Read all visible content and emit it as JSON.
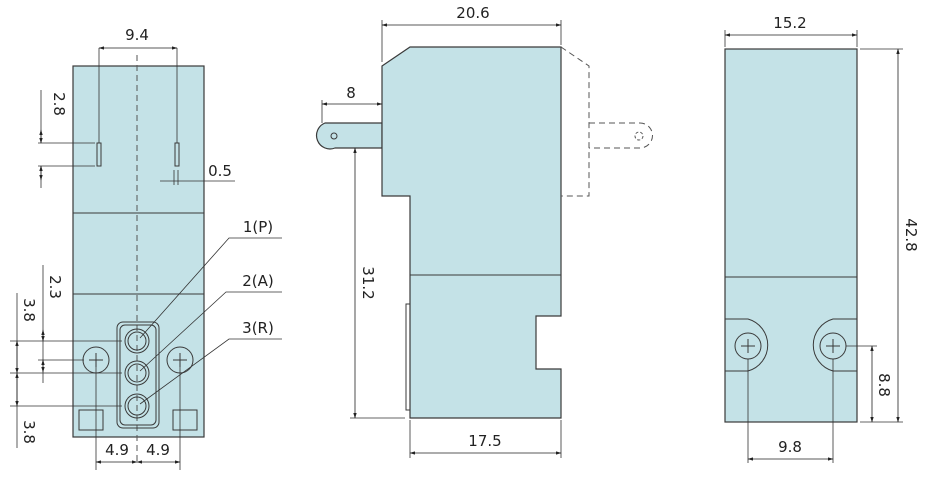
{
  "front_view": {
    "dims": {
      "slot_spacing": "9.4",
      "slot_height": "2.8",
      "slot_width": "0.5",
      "port_offset": "2.3",
      "port_pitch_top": "3.8",
      "port_pitch_bottom": "3.8",
      "mount_left": "4.9",
      "mount_right": "4.9"
    },
    "ports": [
      "1(P)",
      "2(A)",
      "3(R)"
    ]
  },
  "side_view": {
    "dims": {
      "overall_width": "20.6",
      "terminal_length": "8",
      "height": "31.2",
      "base_width": "17.5"
    }
  },
  "end_view": {
    "dims": {
      "width": "15.2",
      "height": "42.8",
      "mount_height": "8.8",
      "mount_spacing": "9.8"
    }
  },
  "colors": {
    "body": "#c4e2e7",
    "line": "#3a3a3a"
  }
}
